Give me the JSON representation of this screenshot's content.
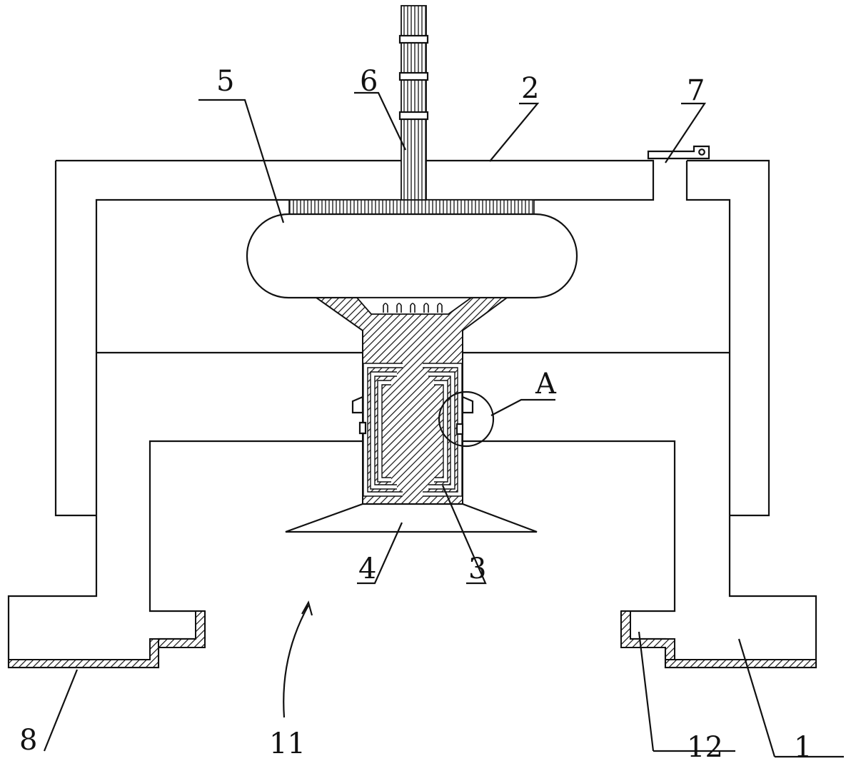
{
  "labels": {
    "l1": "1",
    "l2": "2",
    "l3": "3",
    "l4": "4",
    "l5": "5",
    "l6": "6",
    "l7": "7",
    "l8": "8",
    "l11": "11",
    "l12": "12",
    "lA": "A"
  },
  "colors": {
    "line": "#111111",
    "background": "#ffffff"
  }
}
